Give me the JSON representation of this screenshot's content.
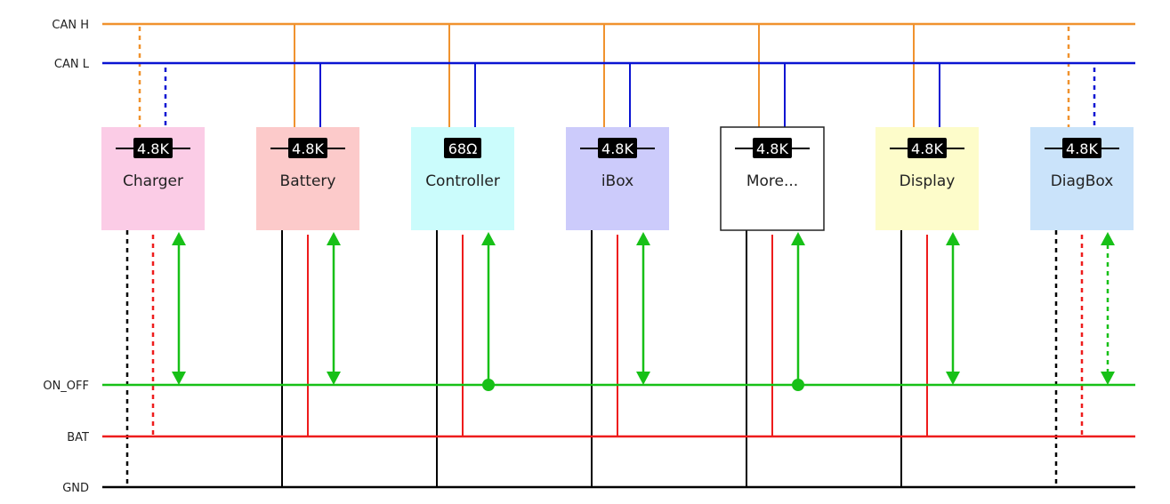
{
  "buses": [
    {
      "id": "can_h",
      "label": "CAN H",
      "color": "#f0922e"
    },
    {
      "id": "can_l",
      "label": "CAN L",
      "color": "#0a14d2"
    },
    {
      "id": "on_off",
      "label": "ON_OFF",
      "color": "#17c017"
    },
    {
      "id": "bat",
      "label": "BAT",
      "color": "#ee1c1c"
    },
    {
      "id": "gnd",
      "label": "GND",
      "color": "#000000"
    }
  ],
  "nodes": [
    {
      "name": "Charger",
      "fill": "#fbcce6",
      "border": false,
      "resistor": "4.8K",
      "resistor_leads": true,
      "optional": true,
      "on_off": "arrow",
      "on_off_dashed": false,
      "on_off_connected": false
    },
    {
      "name": "Battery",
      "fill": "#fccaca",
      "border": false,
      "resistor": "4.8K",
      "resistor_leads": true,
      "optional": false,
      "on_off": "arrow",
      "on_off_dashed": false,
      "on_off_connected": true
    },
    {
      "name": "Controller",
      "fill": "#cbfcfc",
      "border": false,
      "resistor": "68Ω",
      "resistor_leads": false,
      "optional": false,
      "on_off": "dot",
      "on_off_dashed": false,
      "on_off_connected": true
    },
    {
      "name": "iBox",
      "fill": "#cccbfb",
      "border": false,
      "resistor": "4.8K",
      "resistor_leads": true,
      "optional": false,
      "on_off": "arrow",
      "on_off_dashed": false,
      "on_off_connected": true
    },
    {
      "name": "More...",
      "fill": "#ffffff",
      "border": true,
      "resistor": "4.8K",
      "resistor_leads": true,
      "optional": false,
      "on_off": "dot",
      "on_off_dashed": false,
      "on_off_connected": true
    },
    {
      "name": "Display",
      "fill": "#fdfcca",
      "border": false,
      "resistor": "4.8K",
      "resistor_leads": true,
      "optional": false,
      "on_off": "arrow",
      "on_off_dashed": false,
      "on_off_connected": true
    },
    {
      "name": "DiagBox",
      "fill": "#cae3fa",
      "border": false,
      "resistor": "4.8K",
      "resistor_leads": true,
      "optional": true,
      "on_off": "arrow",
      "on_off_dashed": true,
      "on_off_connected": true
    }
  ]
}
